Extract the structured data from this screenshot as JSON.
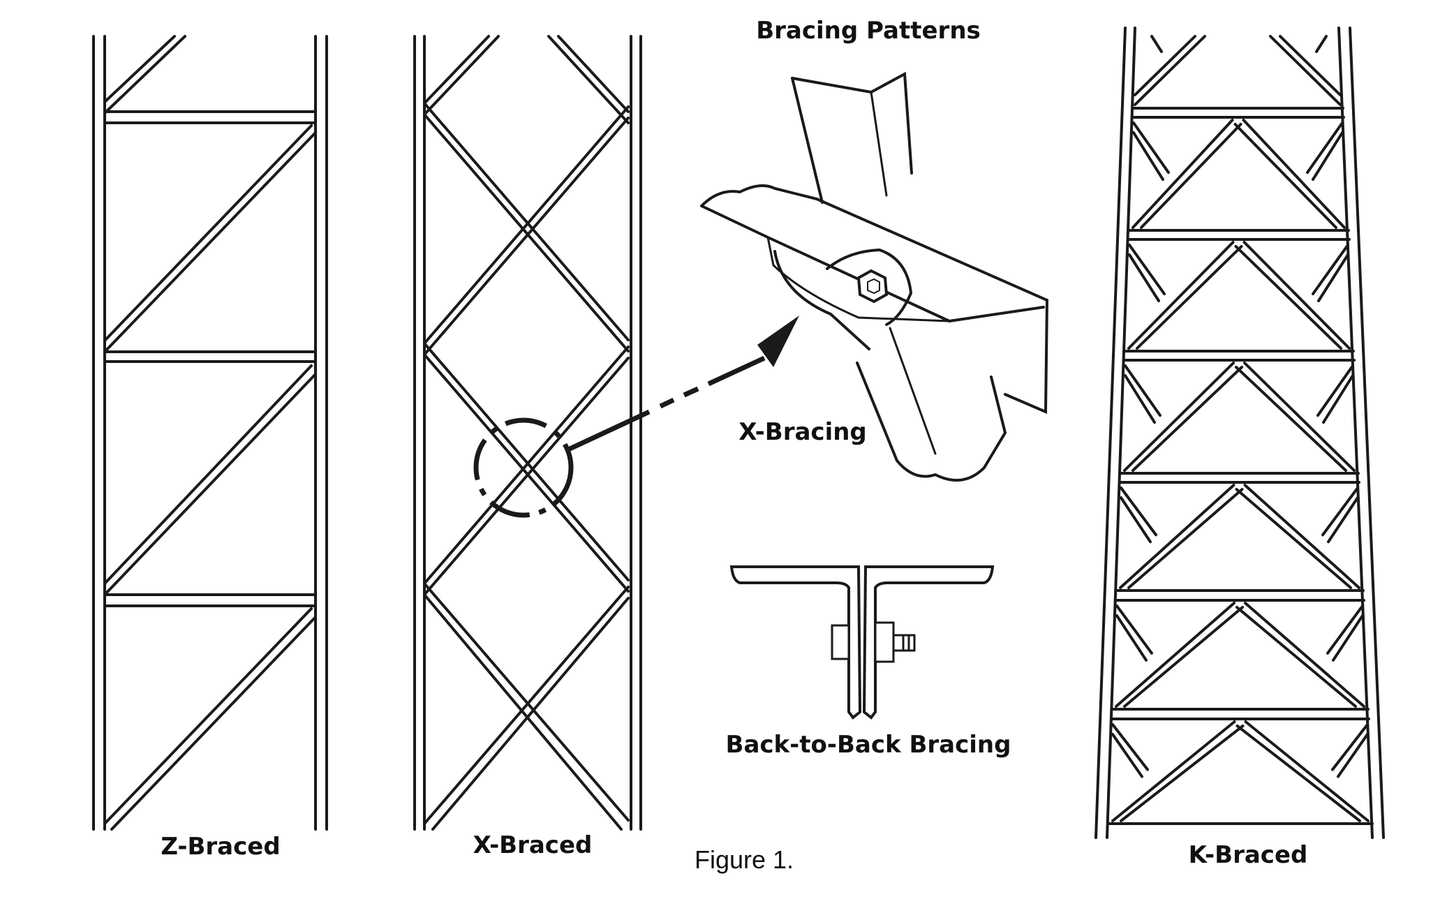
{
  "title": "Bracing Patterns",
  "labels": {
    "z_braced": "Z-Braced",
    "x_braced": "X-Braced",
    "k_braced": "K-Braced",
    "x_bracing": "X-Bracing",
    "back_to_back": "Back-to-Back Bracing",
    "figure": "Figure 1."
  },
  "colors": {
    "ink": "#1a1a1a",
    "background": "#ffffff"
  }
}
